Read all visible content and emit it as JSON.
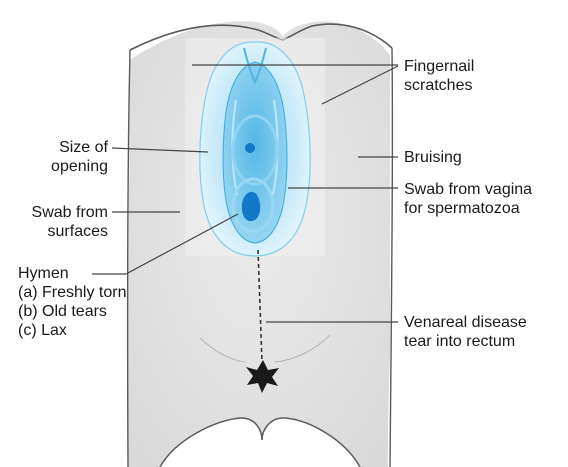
{
  "labels": {
    "fingernail_scratches": [
      "Fingernail",
      "scratches"
    ],
    "bruising": [
      "Bruising"
    ],
    "swab_vagina": [
      "Swab from vagina",
      "for spermatozoa"
    ],
    "venereal_disease": [
      "Venareal disease",
      "tear into rectum"
    ],
    "size_of_opening": [
      "Size of",
      "opening"
    ],
    "swab_surfaces": [
      "Swab from",
      "surfaces"
    ],
    "hymen": {
      "title": "Hymen",
      "items": [
        "(a) Freshly torn",
        "(b) Old tears",
        "(c) Lax"
      ]
    }
  },
  "colors": {
    "body_fill": "#e3e3e3",
    "outline": "#555555",
    "genital_light": "#bfe6f7",
    "genital_mid": "#7fcdee",
    "genital_dark": "#2a9fd8",
    "opening": "#1478c8",
    "leader_line": "#444444",
    "anus": "#1a1a1a"
  }
}
